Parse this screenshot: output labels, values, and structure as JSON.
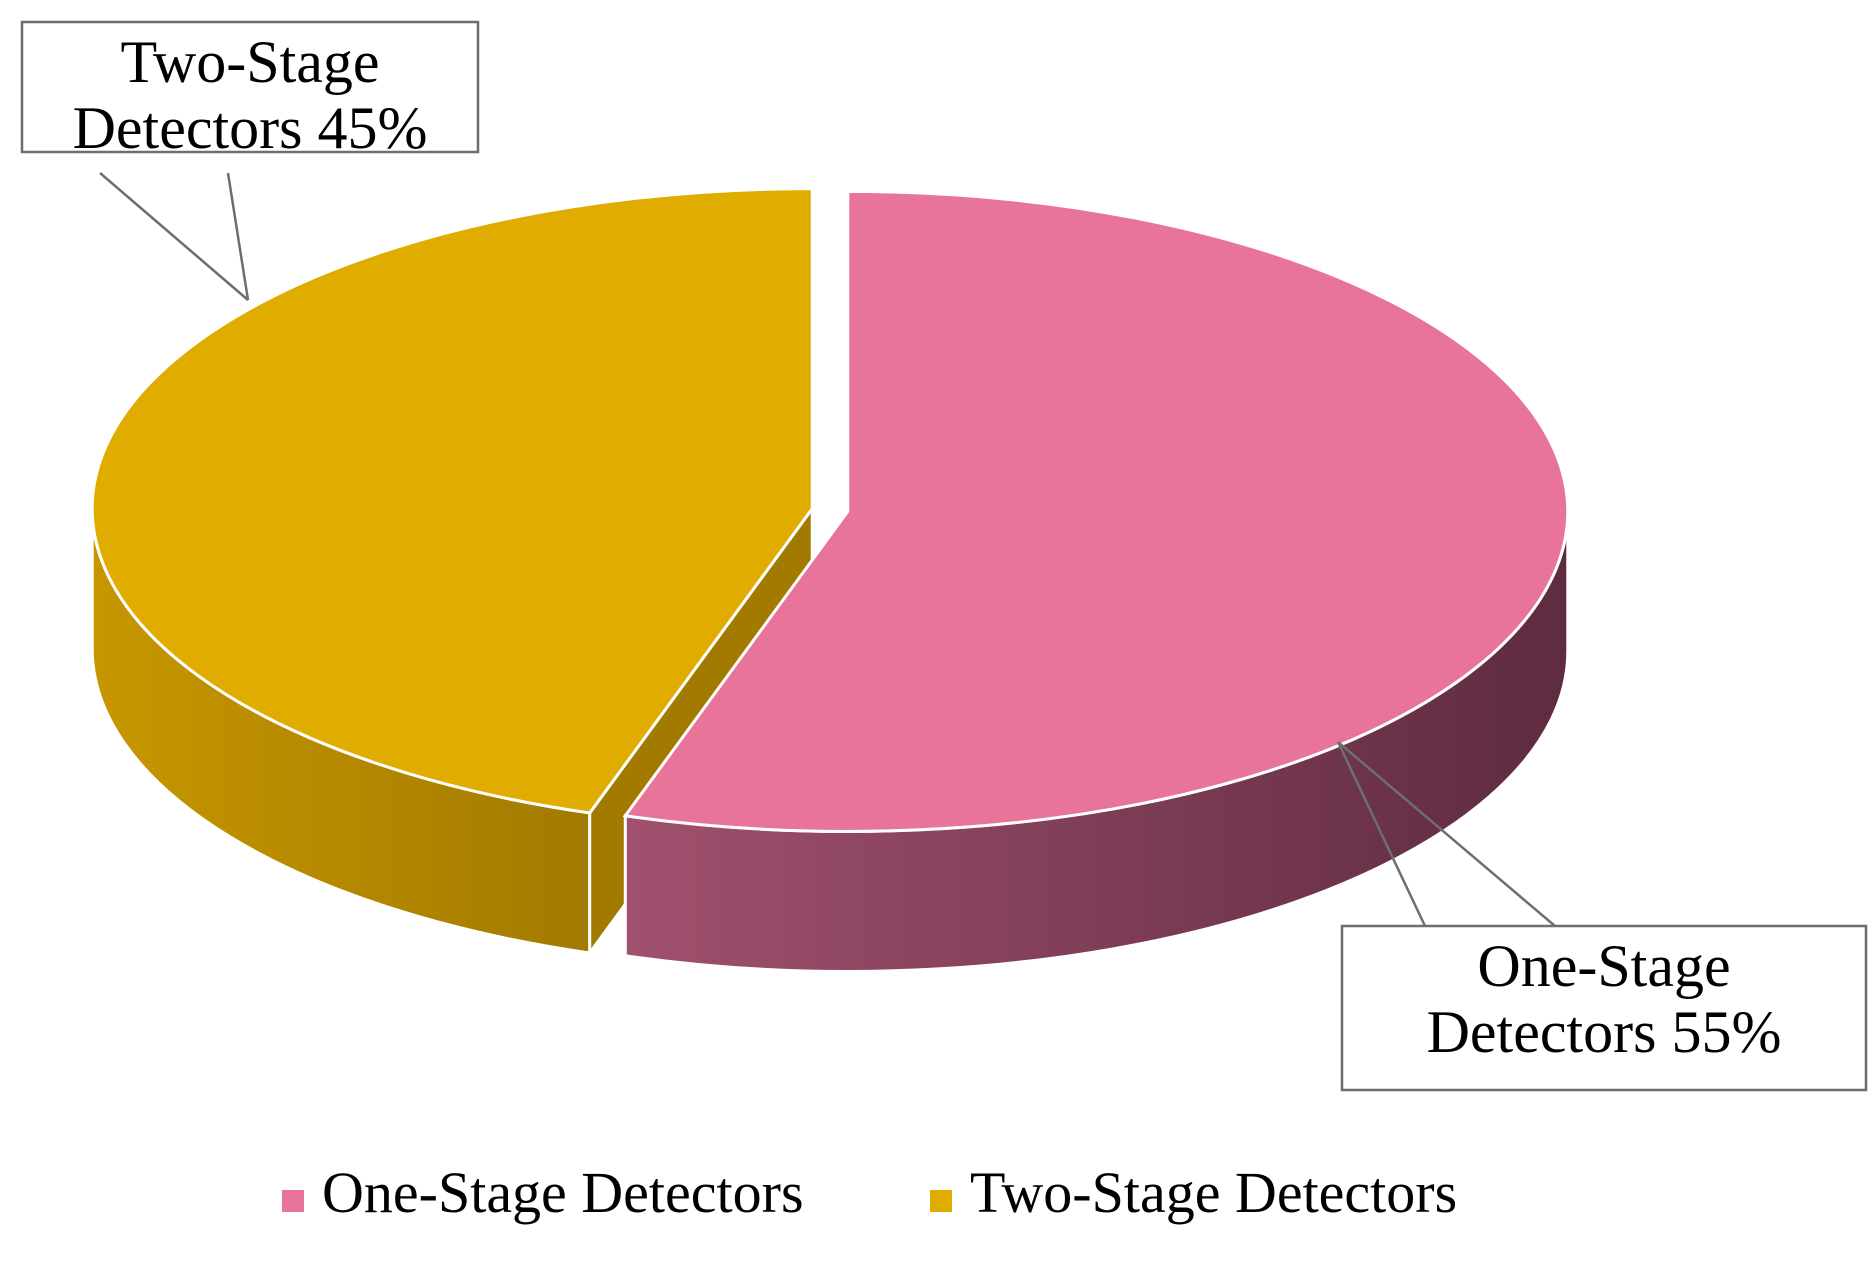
{
  "chart_data": {
    "type": "pie",
    "style": "3d-exploded",
    "title": "",
    "slices": [
      {
        "name": "One-Stage Detectors",
        "value": 55,
        "label_lines": [
          "One-Stage",
          "Detectors 55%"
        ],
        "color": "#E97499",
        "side_color_light": "#A0506E",
        "side_color_dark": "#5E2B40"
      },
      {
        "name": "Two-Stage Detectors",
        "value": 45,
        "label_lines": [
          "Two-Stage",
          "Detectors 45%"
        ],
        "color": "#E0AC00",
        "side_color_light": "#C79700",
        "side_color_dark": "#A27A00"
      }
    ],
    "legend": {
      "position": "bottom",
      "entries": [
        "One-Stage Detectors",
        "Two-Stage Detectors"
      ]
    }
  }
}
